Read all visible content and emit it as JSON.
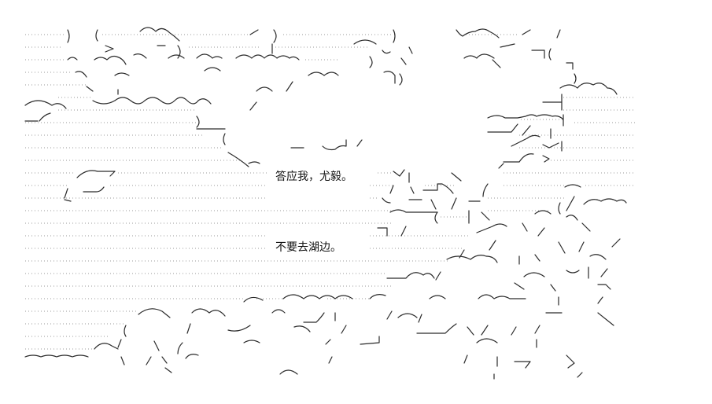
{
  "dialogue": [
    {
      "text": "答应我，尤毅。"
    },
    {
      "text": "不要去湖边。"
    }
  ],
  "art": {
    "style": "ascii-art",
    "ink_color": "#2a2a2a",
    "dot_color": "#9a9a9a",
    "background": "#ffffff"
  }
}
